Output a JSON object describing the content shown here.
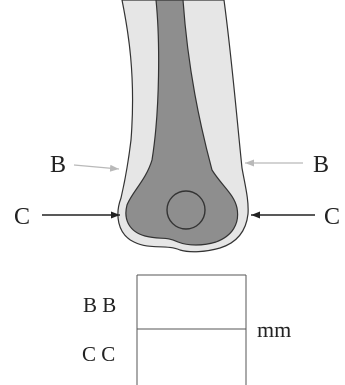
{
  "diagram": {
    "labels": {
      "left_upper": "B",
      "right_upper": "B",
      "left_lower": "C",
      "right_lower": "C"
    },
    "legend": {
      "row_top": "B B",
      "row_bottom": "C C",
      "unit": "mm"
    },
    "colors": {
      "outer_layer": "#e6e6e6",
      "inner_bone": "#8e8e8e",
      "outline": "#333333",
      "arrow_light": "#b9b9b9",
      "arrow_dark": "#222222"
    }
  }
}
